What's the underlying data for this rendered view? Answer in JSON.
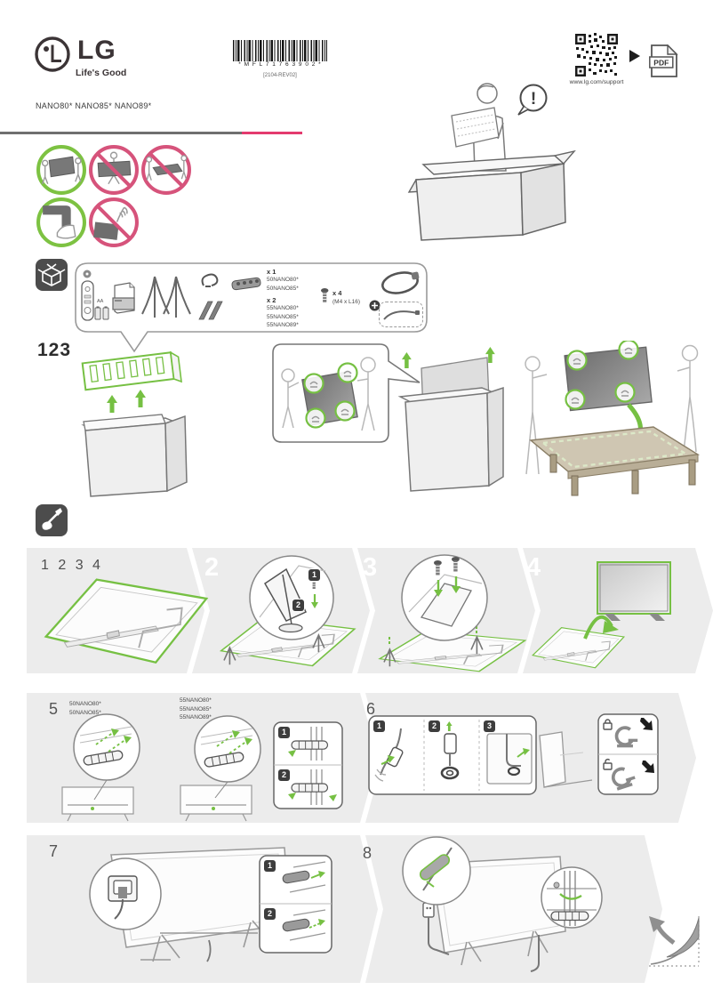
{
  "header": {
    "brand": "LG",
    "tagline": "Life's Good",
    "barcode_text": "* M F L 7 1 7 6 3 9 0 2 *",
    "barcode_rev": "[2104-REV02]",
    "support_url": "www.lg.com/support",
    "pdf_label": "PDF"
  },
  "models_line": "NANO80* NANO85* NANO89*",
  "unbox": {
    "alert": "!"
  },
  "accessories": {
    "battery": "AA",
    "g1_qty": "x 1",
    "g1_models": [
      "50NANO80*",
      "50NANO85*"
    ],
    "g2_qty": "x 2",
    "g2_models": [
      "55NANO80*",
      "55NANO85*",
      "55NANO89*"
    ],
    "screw_qty": "x 4",
    "screw_spec": "(M4 x L16)"
  },
  "steps": {
    "unpack": "123",
    "s1_label": "1 2 3 4",
    "s2": "2",
    "s3": "3",
    "s4": "4",
    "s5": "5",
    "s6": "6",
    "s7": "7",
    "s8": "8",
    "s5_models_a": [
      "50NANO80*",
      "50NANO85*"
    ],
    "s5_models_b": [
      "55NANO80*",
      "55NANO85*",
      "55NANO89*"
    ]
  },
  "badges": {
    "b1": "1",
    "b2": "2",
    "b3": "3"
  },
  "colors": {
    "green": "#76c043",
    "prohibit_pink": "#d6537b",
    "accent_pink": "#e43a6e",
    "band_gray": "#ececec",
    "icon_dark": "#4c4c4c"
  }
}
